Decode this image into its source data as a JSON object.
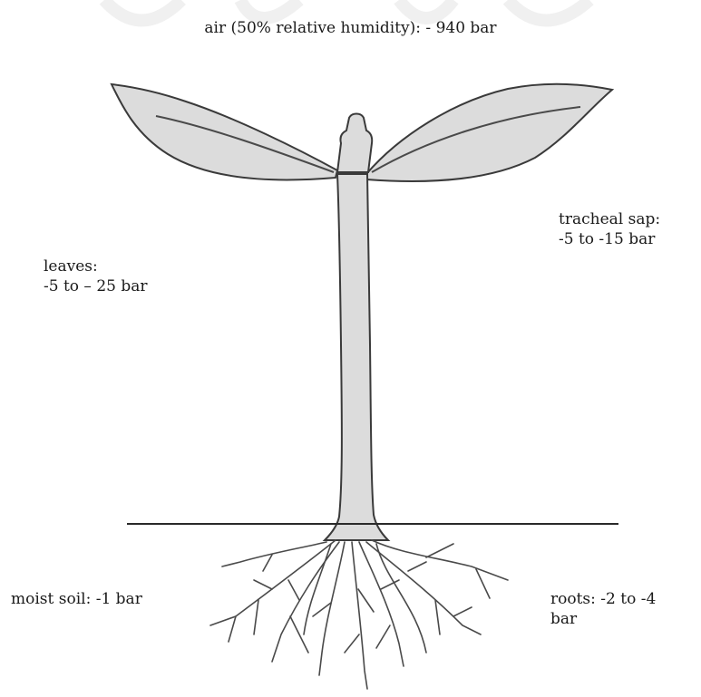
{
  "labels": {
    "air": "air (50% relative humidity): - 940 bar",
    "leaves": "leaves:\n -5 to – 25 bar",
    "tracheal_sap": "tracheal sap:\n -5 to -15 bar",
    "moist_soil": "moist soil: -1 bar",
    "roots": "roots: -2 to -4\nbar"
  },
  "colors": {
    "plant_fill": "#dcdcdc",
    "outline": "#3a3a3a",
    "soil_line": "#2a2a2a",
    "root": "#4a4a4a"
  }
}
